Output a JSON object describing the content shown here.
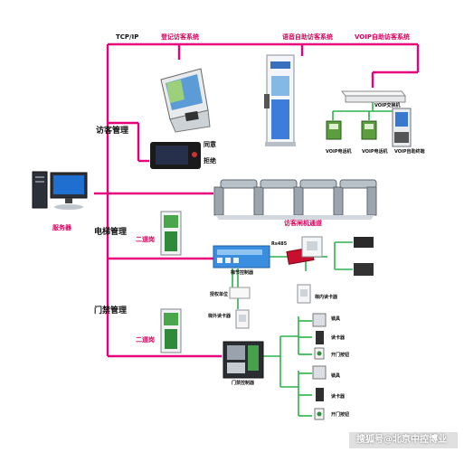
{
  "colors": {
    "network_line": "#e8007a",
    "device_line": "#2db34a",
    "label_red": "#d8005a",
    "ground_shadow": "#cfd6dd"
  },
  "top": {
    "protocol": "TCP/IP",
    "register_terminal": "登记访客系统",
    "voice_terminal": "语音自助访客系统",
    "voip_terminal": "VOIP自助访客系统"
  },
  "sections": {
    "visitor_mgmt": "访客管理",
    "elevator_mgmt": "电梯管理",
    "access_mgmt": "门禁管理"
  },
  "server": {
    "label": "服务器"
  },
  "phone_panel": {
    "agree": "同意",
    "reject": "拒绝"
  },
  "voip": {
    "switch": "VOIP交换机",
    "phone_1": "VOIP电话机",
    "phone_2": "VOIP电话机",
    "kiosk": "VOIP自助终端"
  },
  "turnstile": {
    "caption": "访客闸机通道"
  },
  "elevator": {
    "qr_kiosk": "二道岗",
    "controller": "梯节控制器",
    "bus": "Rs485",
    "auth_unit": "授权单位",
    "ext_reader": "梯外读卡器",
    "inner_reader": "梯内读卡器"
  },
  "access": {
    "qr_kiosk": "二道岗",
    "controller": "门禁控制器",
    "group_1": [
      "锁具",
      "读卡器",
      "开门按钮"
    ],
    "group_2": [
      "锁具",
      "读卡器",
      "开门按钮"
    ]
  },
  "watermark": "搜狐号@北京中控博业"
}
